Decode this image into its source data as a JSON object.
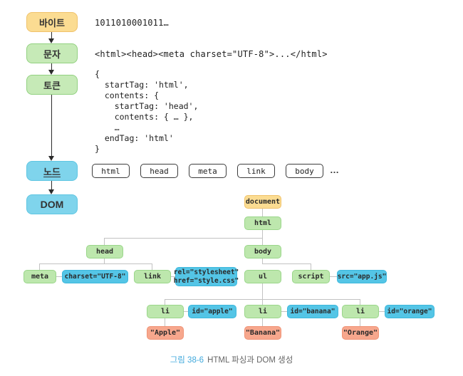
{
  "figure": {
    "caption_number": "그림 38-6",
    "caption_text": "HTML 파싱과 DOM 생성"
  },
  "pipeline": {
    "stages": [
      {
        "id": "byte",
        "label": "바이트"
      },
      {
        "id": "char",
        "label": "문자"
      },
      {
        "id": "token",
        "label": "토큰"
      },
      {
        "id": "node",
        "label": "노드"
      },
      {
        "id": "dom",
        "label": "DOM"
      }
    ],
    "byte_stream": "1011010001011…",
    "char_stream": "<html><head><meta charset=\"UTF-8\">...</html>",
    "token_code": "{\n  startTag: 'html',\n  contents: {\n    startTag: 'head',\n    contents: { … },\n    …\n  endTag: 'html'\n}",
    "node_items": [
      "html",
      "head",
      "meta",
      "link",
      "body"
    ],
    "node_ellipsis": "…"
  },
  "dom_tree": {
    "document": "document",
    "html": "html",
    "head": "head",
    "body": "body",
    "meta": "meta",
    "charset_attr": "charset=\"UTF-8\"",
    "link": "link",
    "rel_href_attr": "rel=\"stylesheet\"\nhref=\"style.css\"",
    "ul": "ul",
    "script": "script",
    "src_attr": "src=\"app.js\"",
    "li": "li",
    "id_apple_attr": "id=\"apple\"",
    "id_banana_attr": "id=\"banana\"",
    "id_orange_attr": "id=\"orange\"",
    "text_apple": "\"Apple\"",
    "text_banana": "\"Banana\"",
    "text_orange": "\"Orange\""
  },
  "colors": {
    "yellow_fill": "#fbdc92",
    "yellow_border": "#f0c26b",
    "green_fill": "#bde7ad",
    "green_border": "#93d181",
    "cyan_fill": "#7fd4ec",
    "cyan_border": "#5fc6e2",
    "attr_blue_fill": "#54c5e6",
    "attr_blue_border": "#3eb8dc",
    "salmon_fill": "#f7a78d",
    "salmon_border": "#ef9376",
    "connector_gray": "#c2c2c2",
    "arrow_black": "#2b2b2b",
    "caption_accent": "#3fa8dc",
    "caption_gray": "#666666"
  }
}
